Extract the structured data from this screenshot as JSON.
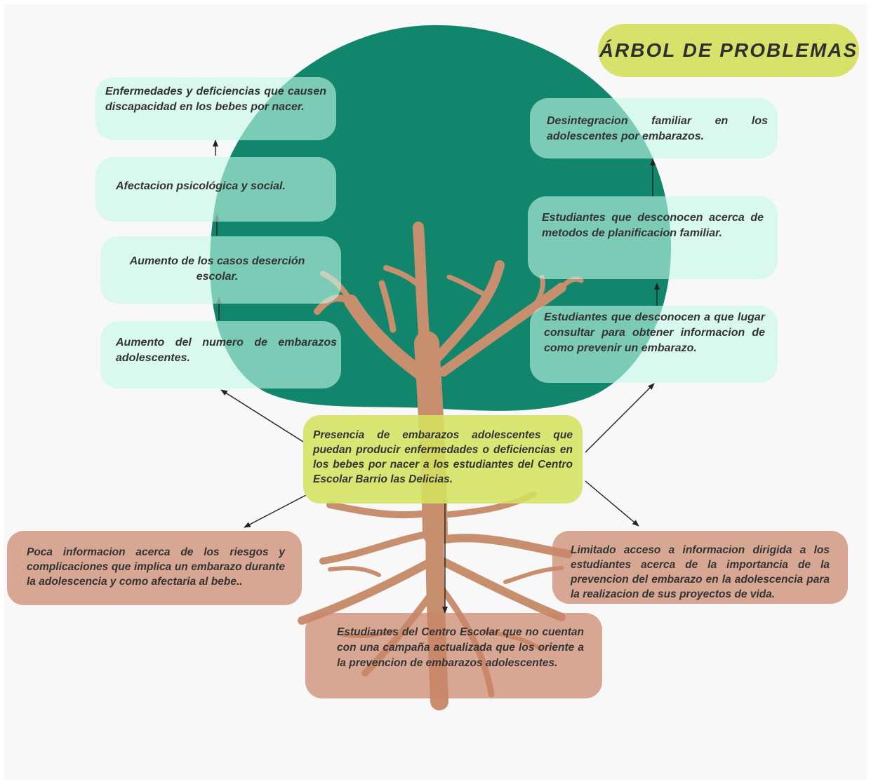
{
  "title": "ÁRBOL DE PROBLEMAS",
  "colors": {
    "canopy": "#11866c",
    "trunk": "#c78f6e",
    "effect_box": "#c4fae7",
    "cause_box": "#cb8568",
    "core_box": "#d5e260",
    "title_pill": "#d7e26a",
    "text": "#333333"
  },
  "core_problem": "Presencia de embarazos adolescentes que puedan producir enfermedades o deficiencias en los bebes por nacer a  los estudiantes del Centro Escolar Barrio las Delicias.",
  "effects_left": [
    "Enfermedades y deficiencias que causen discapacidad en los bebes por nacer.",
    "Afectacion psicológica y social.",
    "Aumento de los casos deserción escolar.",
    "Aumento del numero  de embarazos adolescentes."
  ],
  "effects_right": [
    "Desintegracion familiar en los adolescentes por embarazos.",
    "Estudiantes  que desconocen acerca de metodos de planificacion familiar.",
    "Estudiantes que desconocen a que lugar consultar para obtener informacion de como prevenir un embarazo."
  ],
  "causes": [
    "Poca informacion acerca de los riesgos y complicaciones  que implica un embarazo durante la adolescencia y como afectaria al bebe..",
    "Limitado acceso a informacion  dirigida a los estudiantes acerca de la importancia de la prevencion del embarazo en la adolescencia para la realizacion de sus proyectos de vida.",
    "Estudiantes del Centro Escolar que no cuentan con una campaña actualizada que los oriente a la prevencion de embarazos adolescentes."
  ]
}
